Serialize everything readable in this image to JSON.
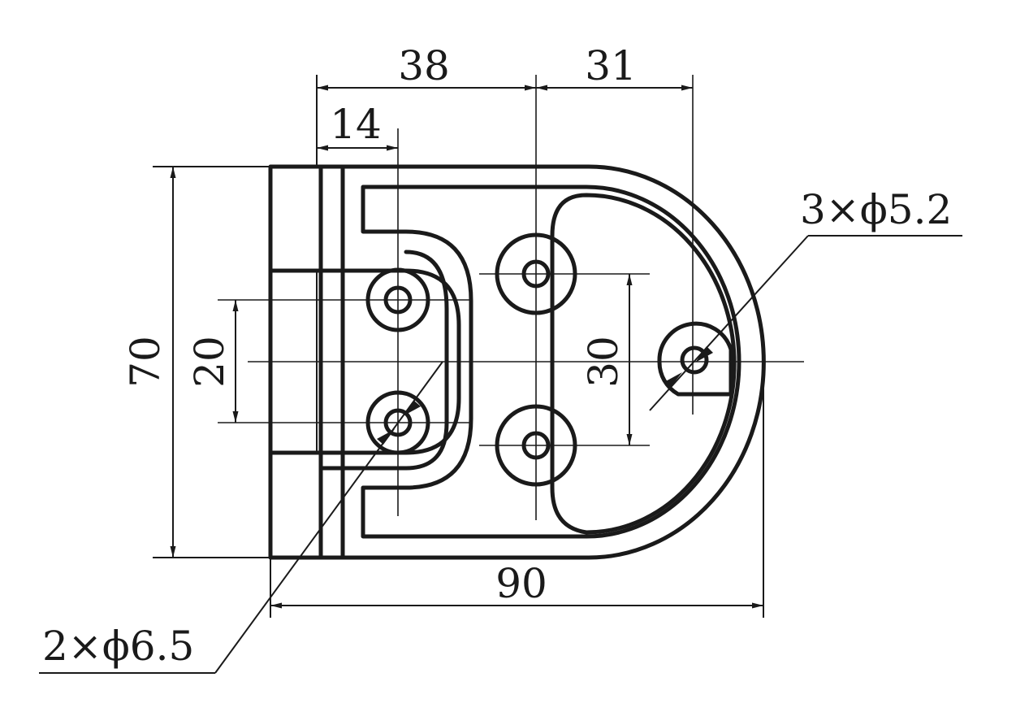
{
  "dimensions": {
    "d38": "38",
    "d31": "31",
    "d14": "14",
    "d70": "70",
    "d20": "20",
    "d30": "30",
    "d90": "90"
  },
  "callouts": {
    "small_holes": "3×ϕ5.2",
    "large_holes": "2×ϕ6.5"
  }
}
